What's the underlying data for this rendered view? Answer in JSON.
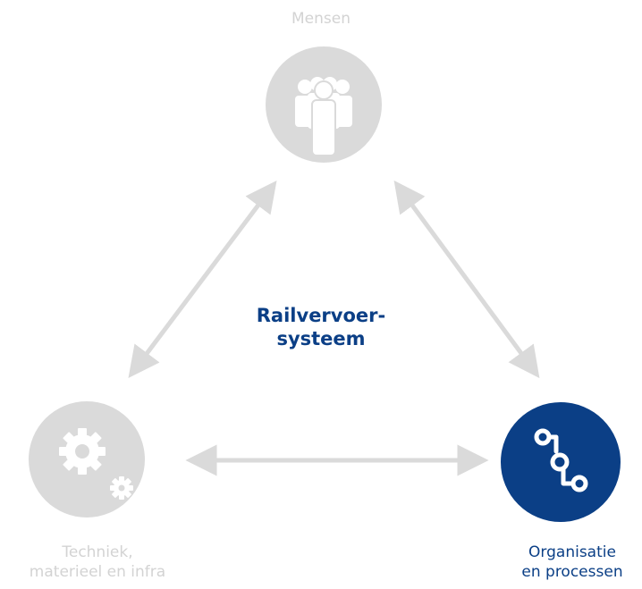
{
  "nodes": {
    "people": {
      "label": "Mensen",
      "icon": "people-group-icon",
      "state": "inactive"
    },
    "technique": {
      "label_lines": [
        "Techniek,",
        "materieel en infra"
      ],
      "icon": "gears-icon",
      "state": "inactive"
    },
    "organisation": {
      "label_lines": [
        "Organisatie",
        "en processen"
      ],
      "icon": "process-flow-icon",
      "state": "active"
    }
  },
  "center": {
    "title_lines": [
      "Railvervoer-",
      "systeem"
    ]
  },
  "colors": {
    "inactive_fill": "#dadada",
    "active_fill": "#0b3f86",
    "arrow": "#dadada",
    "active_text": "#0b3f86",
    "inactive_text": "#d3d3d3",
    "icon": "#ffffff"
  }
}
